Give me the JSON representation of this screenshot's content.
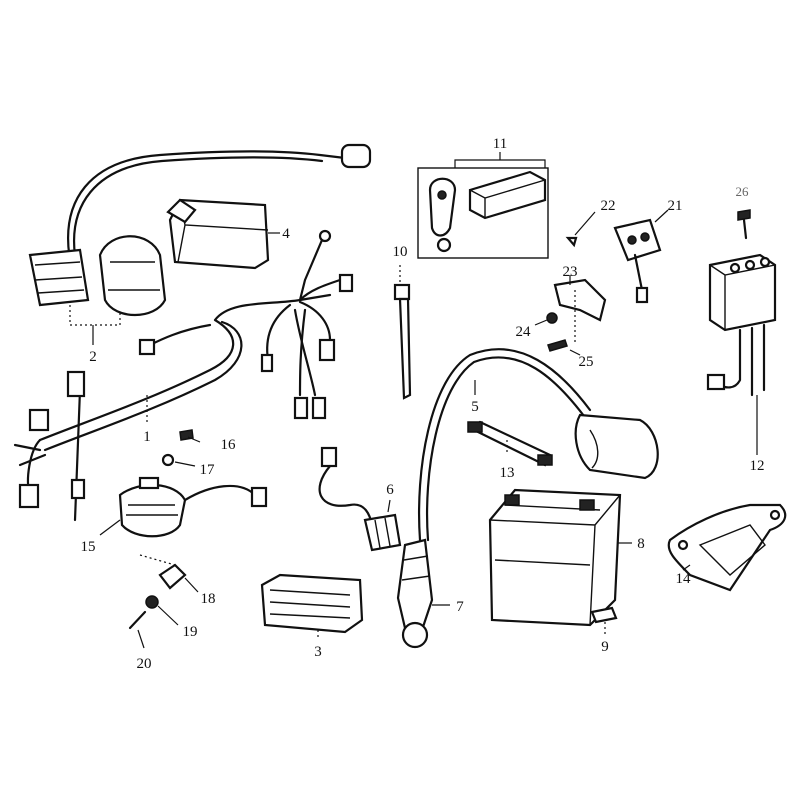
{
  "diagram": {
    "type": "exploded parts diagram",
    "labels": {
      "p1": "1",
      "p2": "2",
      "p3": "3",
      "p4": "4",
      "p5": "5",
      "p6": "6",
      "p7": "7",
      "p8": "8",
      "p9": "9",
      "p10": "10",
      "p11": "11",
      "p12": "12",
      "p13": "13",
      "p14": "14",
      "p15": "15",
      "p16": "16",
      "p17": "17",
      "p18": "18",
      "p19": "19",
      "p20": "20",
      "p21": "21",
      "p22": "22",
      "p23": "23",
      "p24": "24",
      "p25": "25",
      "p26": "26"
    },
    "colors": {
      "ink": "#111111",
      "label_26": "#666666"
    }
  }
}
